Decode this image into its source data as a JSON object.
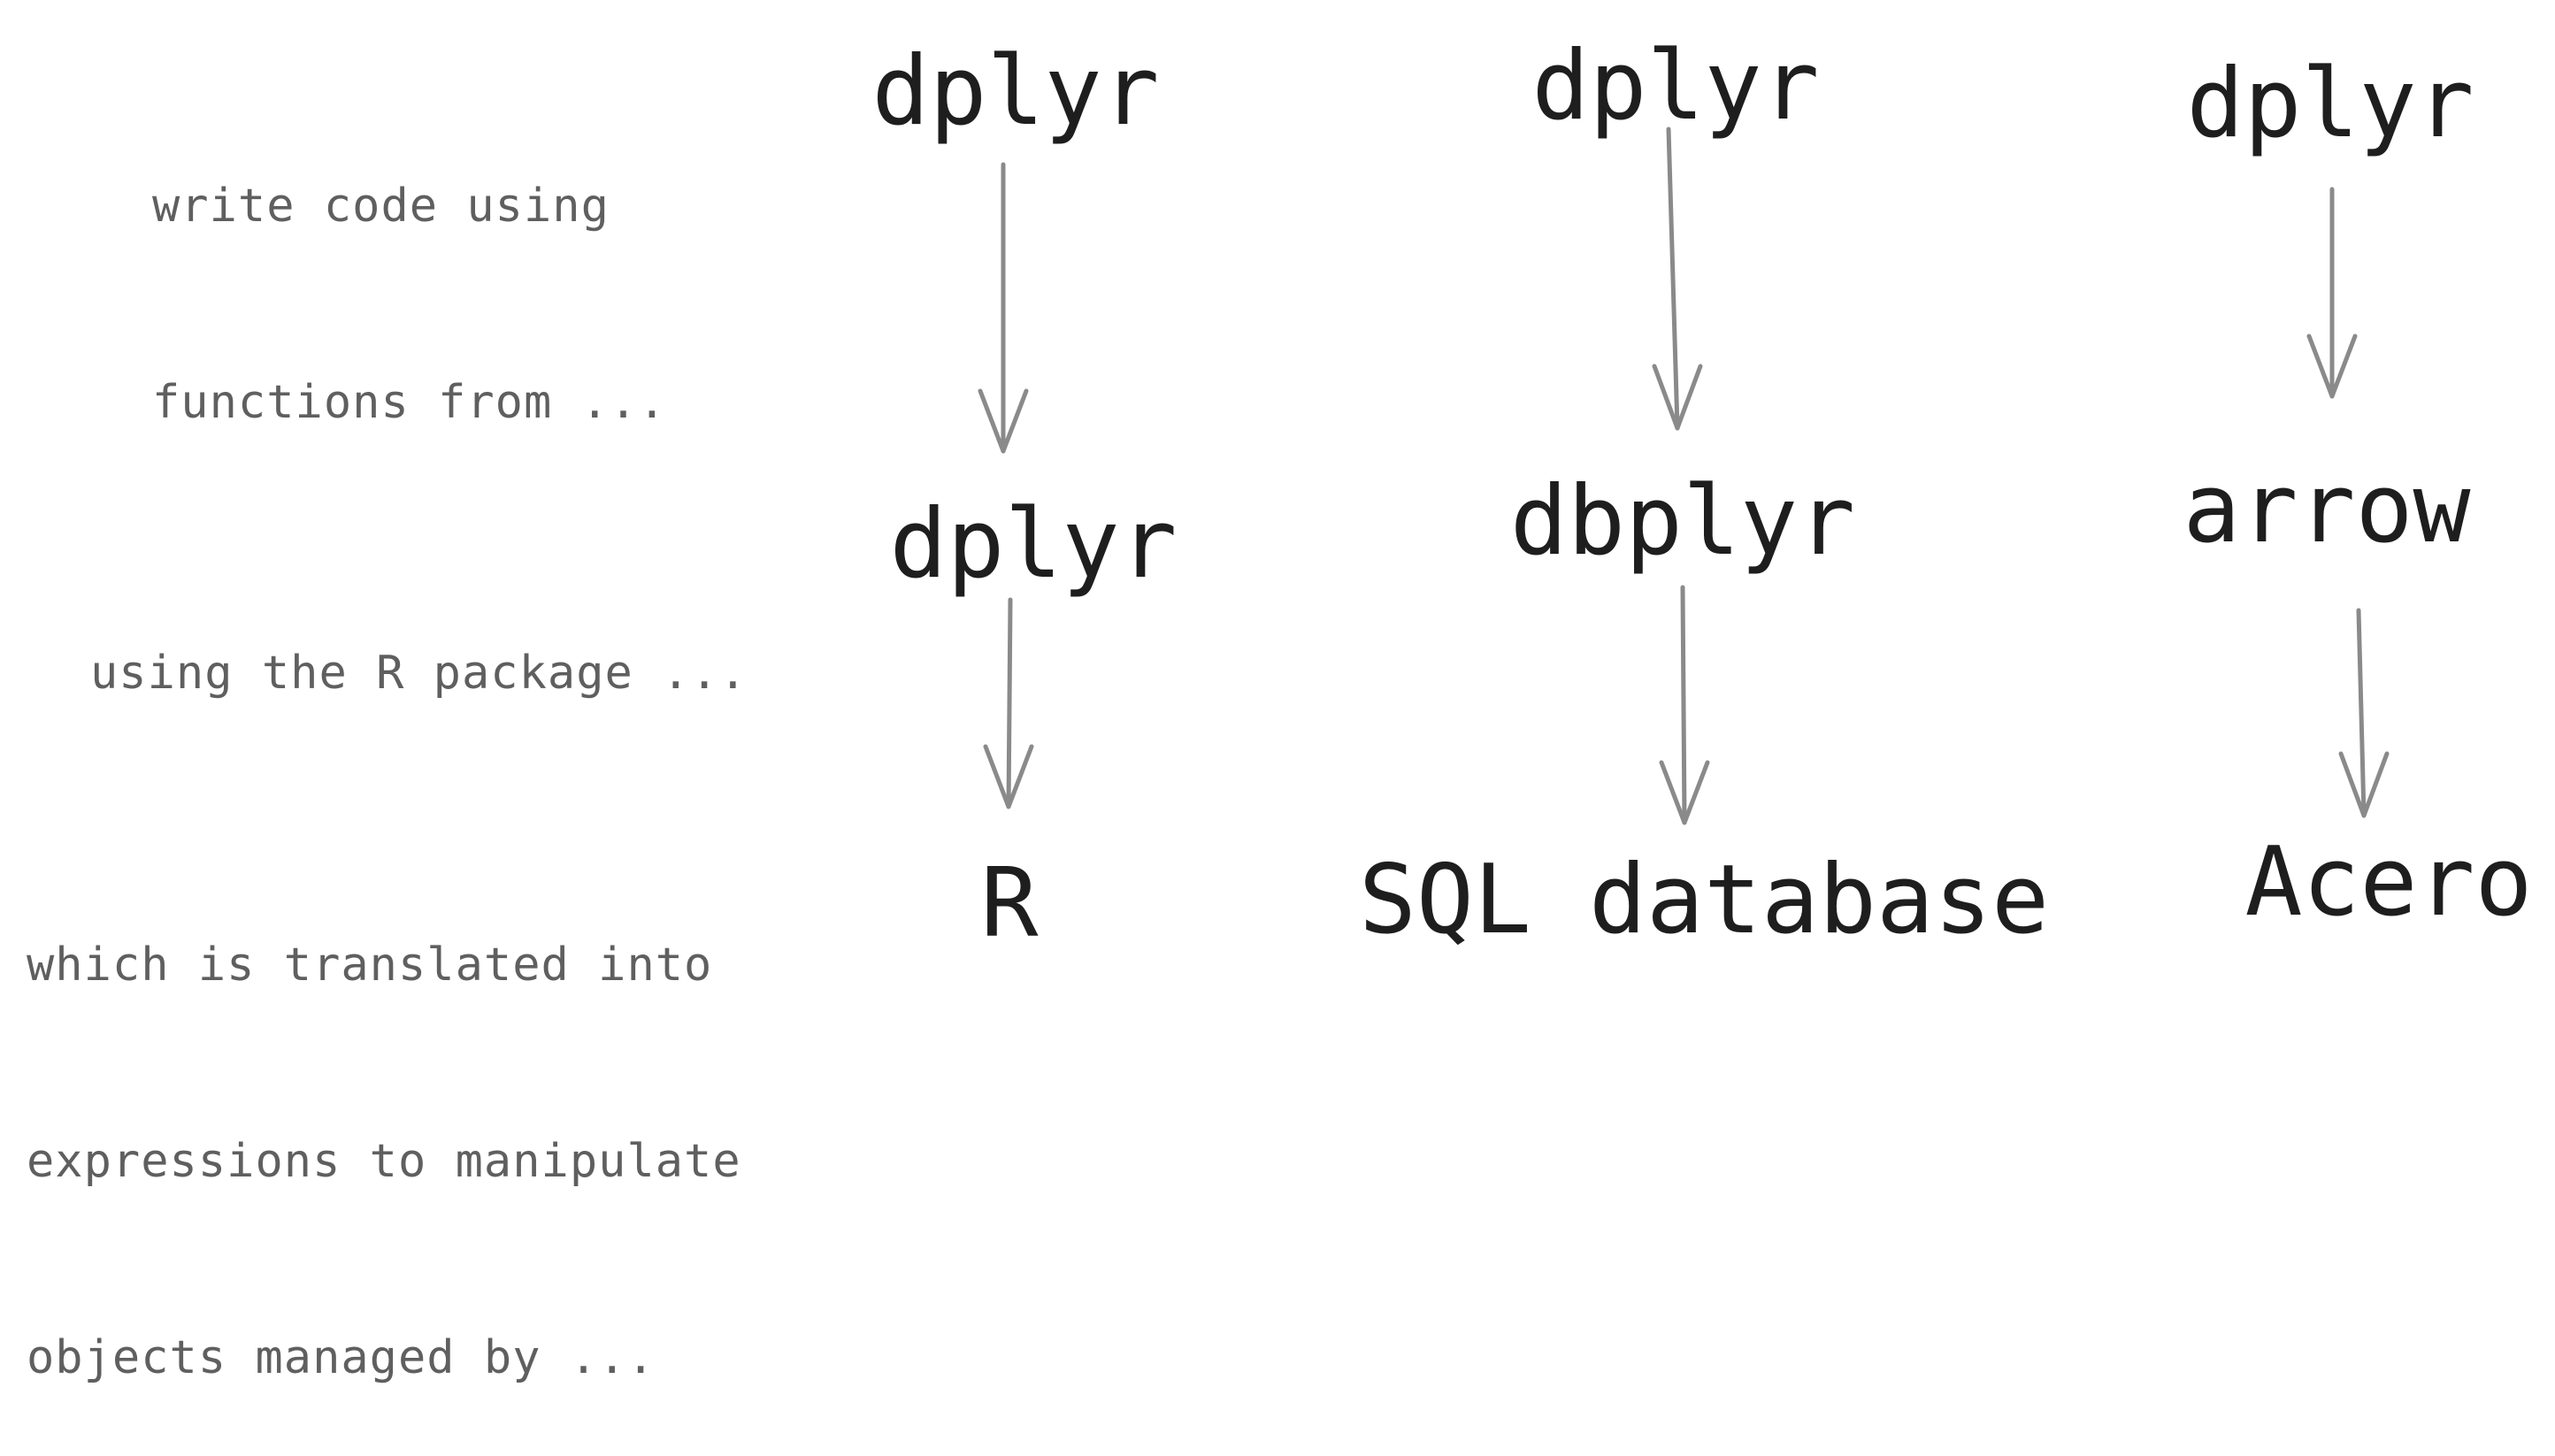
{
  "row_labels": {
    "write": [
      "write code using",
      "functions from ..."
    ],
    "package": [
      "using the R package ..."
    ],
    "backend": [
      "which is translated into",
      "expressions to manipulate",
      "objects managed by ..."
    ]
  },
  "columns": [
    {
      "id": "dplyr-r",
      "top": "dplyr",
      "middle": "dplyr",
      "bottom": "R"
    },
    {
      "id": "dbplyr-sql",
      "top": "dplyr",
      "middle": "dbplyr",
      "bottom": "SQL database"
    },
    {
      "id": "arrow-acero",
      "top": "dplyr",
      "middle": "arrow",
      "bottom": "Acero"
    }
  ],
  "colors": {
    "node_text": "#1e1e1e",
    "label_text": "#5f5f5f",
    "arrow": "#8a8a8a"
  }
}
